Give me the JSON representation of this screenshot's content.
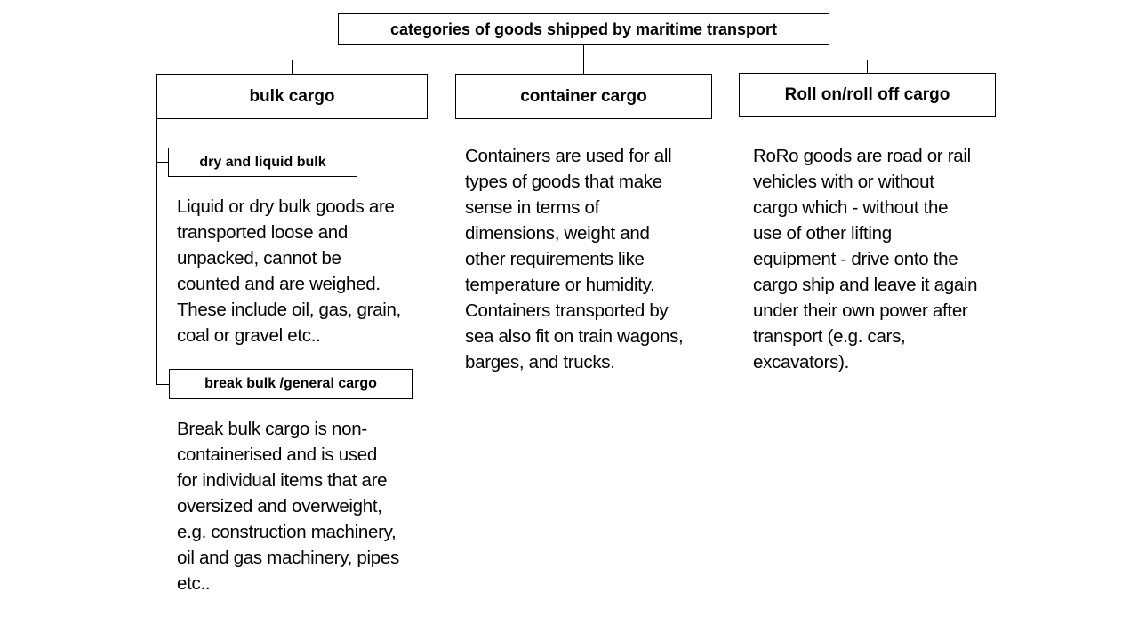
{
  "root": {
    "label": "categories of goods shipped by maritime transport"
  },
  "categories": [
    {
      "label": "bulk cargo",
      "subcategories": [
        {
          "label": "dry and liquid bulk",
          "lines": [
            "Liquid or dry bulk goods are",
            "transported loose and",
            "unpacked, cannot be",
            "counted and are weighed.",
            "These include oil, gas, grain,",
            "coal or gravel etc.."
          ]
        },
        {
          "label": "break bulk /general cargo",
          "lines": [
            "Break bulk cargo is non-",
            "containerised and is used",
            "for individual items that are",
            "oversized and overweight,",
            "e.g. construction machinery,",
            "oil and gas machinery, pipes",
            "etc.."
          ]
        }
      ]
    },
    {
      "label": "container cargo",
      "lines": [
        "Containers are used for all",
        "types of goods that make",
        "sense in terms of",
        "dimensions, weight and",
        "other requirements like",
        "temperature or humidity.",
        "Containers transported by",
        "sea also fit on train wagons,",
        "barges, and trucks."
      ]
    },
    {
      "label": "Roll on/roll off cargo",
      "lines": [
        "RoRo goods are road or rail",
        "vehicles with or without",
        "cargo which - without the",
        "use of other lifting",
        "equipment - drive onto the",
        "cargo ship and leave it again",
        "under their own power after",
        "transport (e.g. cars,",
        "excavators)."
      ]
    }
  ]
}
